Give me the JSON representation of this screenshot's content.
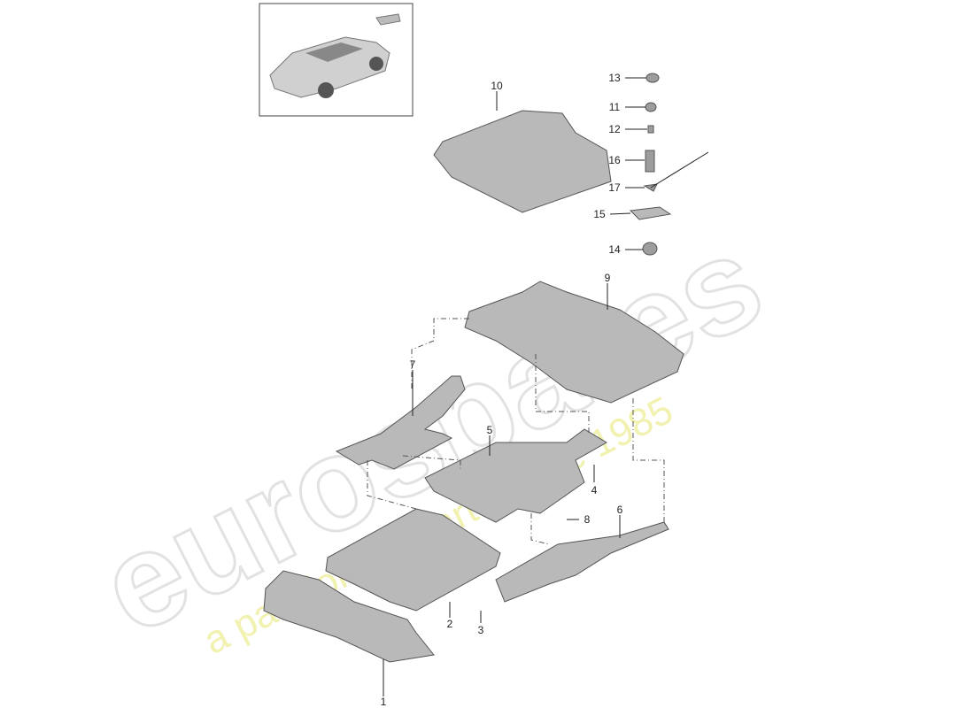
{
  "watermark": {
    "brand": "eurospares",
    "tagline": "a passion for parts since 1985"
  },
  "callouts": [
    "1",
    "2",
    "3",
    "4",
    "5",
    "6",
    "7",
    "8",
    "9",
    "10",
    "11",
    "12",
    "13",
    "14",
    "15",
    "16",
    "17"
  ]
}
